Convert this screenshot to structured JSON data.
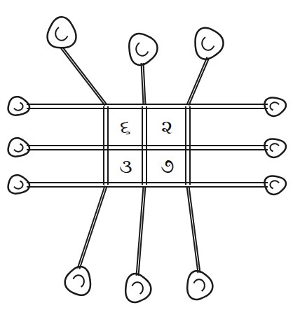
{
  "diagram": {
    "labels": [
      "૬",
      "૨",
      "૩",
      "૭"
    ]
  }
}
